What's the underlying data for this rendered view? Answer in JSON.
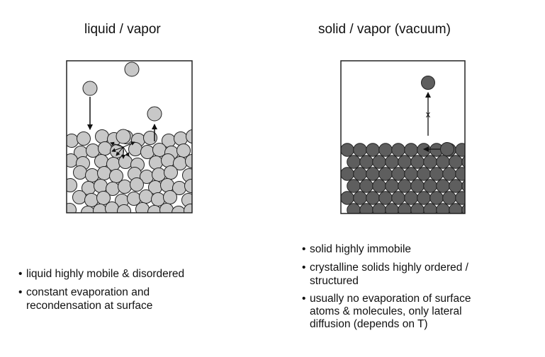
{
  "left_panel": {
    "title": "liquid / vapor",
    "bullets": [
      "liquid highly mobile & disordered",
      "constant evaporation and\nrecondensation at surface"
    ]
  },
  "right_panel": {
    "title": "solid / vapor (vacuum)",
    "marker": "x",
    "bullets": [
      "solid highly immobile",
      "crystalline solids highly ordered /\nstructured",
      "usually no evaporation of surface\natoms & molecules, only lateral\ndiffusion (depends on T)"
    ]
  },
  "colors": {
    "liquid_particle": "#c8c8c8",
    "solid_particle": "#5e5e5e",
    "outline": "#222222"
  }
}
